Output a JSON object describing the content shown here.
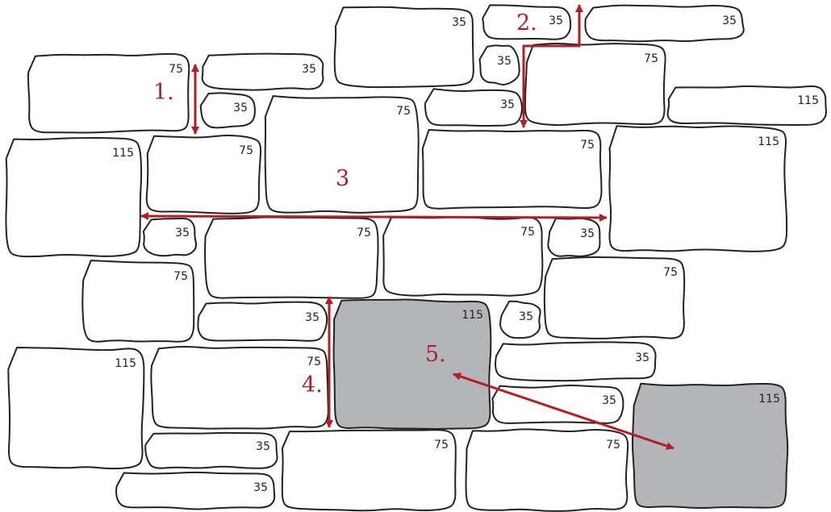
{
  "colors": {
    "stone_fill": "#ffffff",
    "stone_shaded_fill": "#b4b5b9",
    "outline": "#222222",
    "accent": "#b01e28"
  },
  "stones": [
    {
      "label": "75",
      "shaded": false
    },
    {
      "label": "35",
      "shaded": false
    },
    {
      "label": "35",
      "shaded": false
    },
    {
      "label": "35",
      "shaded": false
    },
    {
      "label": "35",
      "shaded": false
    },
    {
      "label": "35",
      "shaded": false
    },
    {
      "label": "75",
      "shaded": false
    },
    {
      "label": "35",
      "shaded": false
    },
    {
      "label": "75",
      "shaded": false
    },
    {
      "label": "35",
      "shaded": false
    },
    {
      "label": "115",
      "shaded": false
    },
    {
      "label": "115",
      "shaded": false
    },
    {
      "label": "75",
      "shaded": false
    },
    {
      "label": "75",
      "shaded": false
    },
    {
      "label": "115",
      "shaded": false
    },
    {
      "label": "35",
      "shaded": false
    },
    {
      "label": "75",
      "shaded": false
    },
    {
      "label": "75",
      "shaded": false
    },
    {
      "label": "35",
      "shaded": false
    },
    {
      "label": "75",
      "shaded": false
    },
    {
      "label": "75",
      "shaded": false
    },
    {
      "label": "35",
      "shaded": false
    },
    {
      "label": "115",
      "shaded": true
    },
    {
      "label": "35",
      "shaded": false
    },
    {
      "label": "115",
      "shaded": false
    },
    {
      "label": "75",
      "shaded": false
    },
    {
      "label": "35",
      "shaded": false
    },
    {
      "label": "35",
      "shaded": false
    },
    {
      "label": "115",
      "shaded": true
    },
    {
      "label": "35",
      "shaded": false
    },
    {
      "label": "75",
      "shaded": false
    },
    {
      "label": "75",
      "shaded": false
    },
    {
      "label": "35",
      "shaded": false
    }
  ],
  "rules": [
    {
      "label": "1."
    },
    {
      "label": "2."
    },
    {
      "label": "3"
    },
    {
      "label": "4."
    },
    {
      "label": "5."
    }
  ]
}
